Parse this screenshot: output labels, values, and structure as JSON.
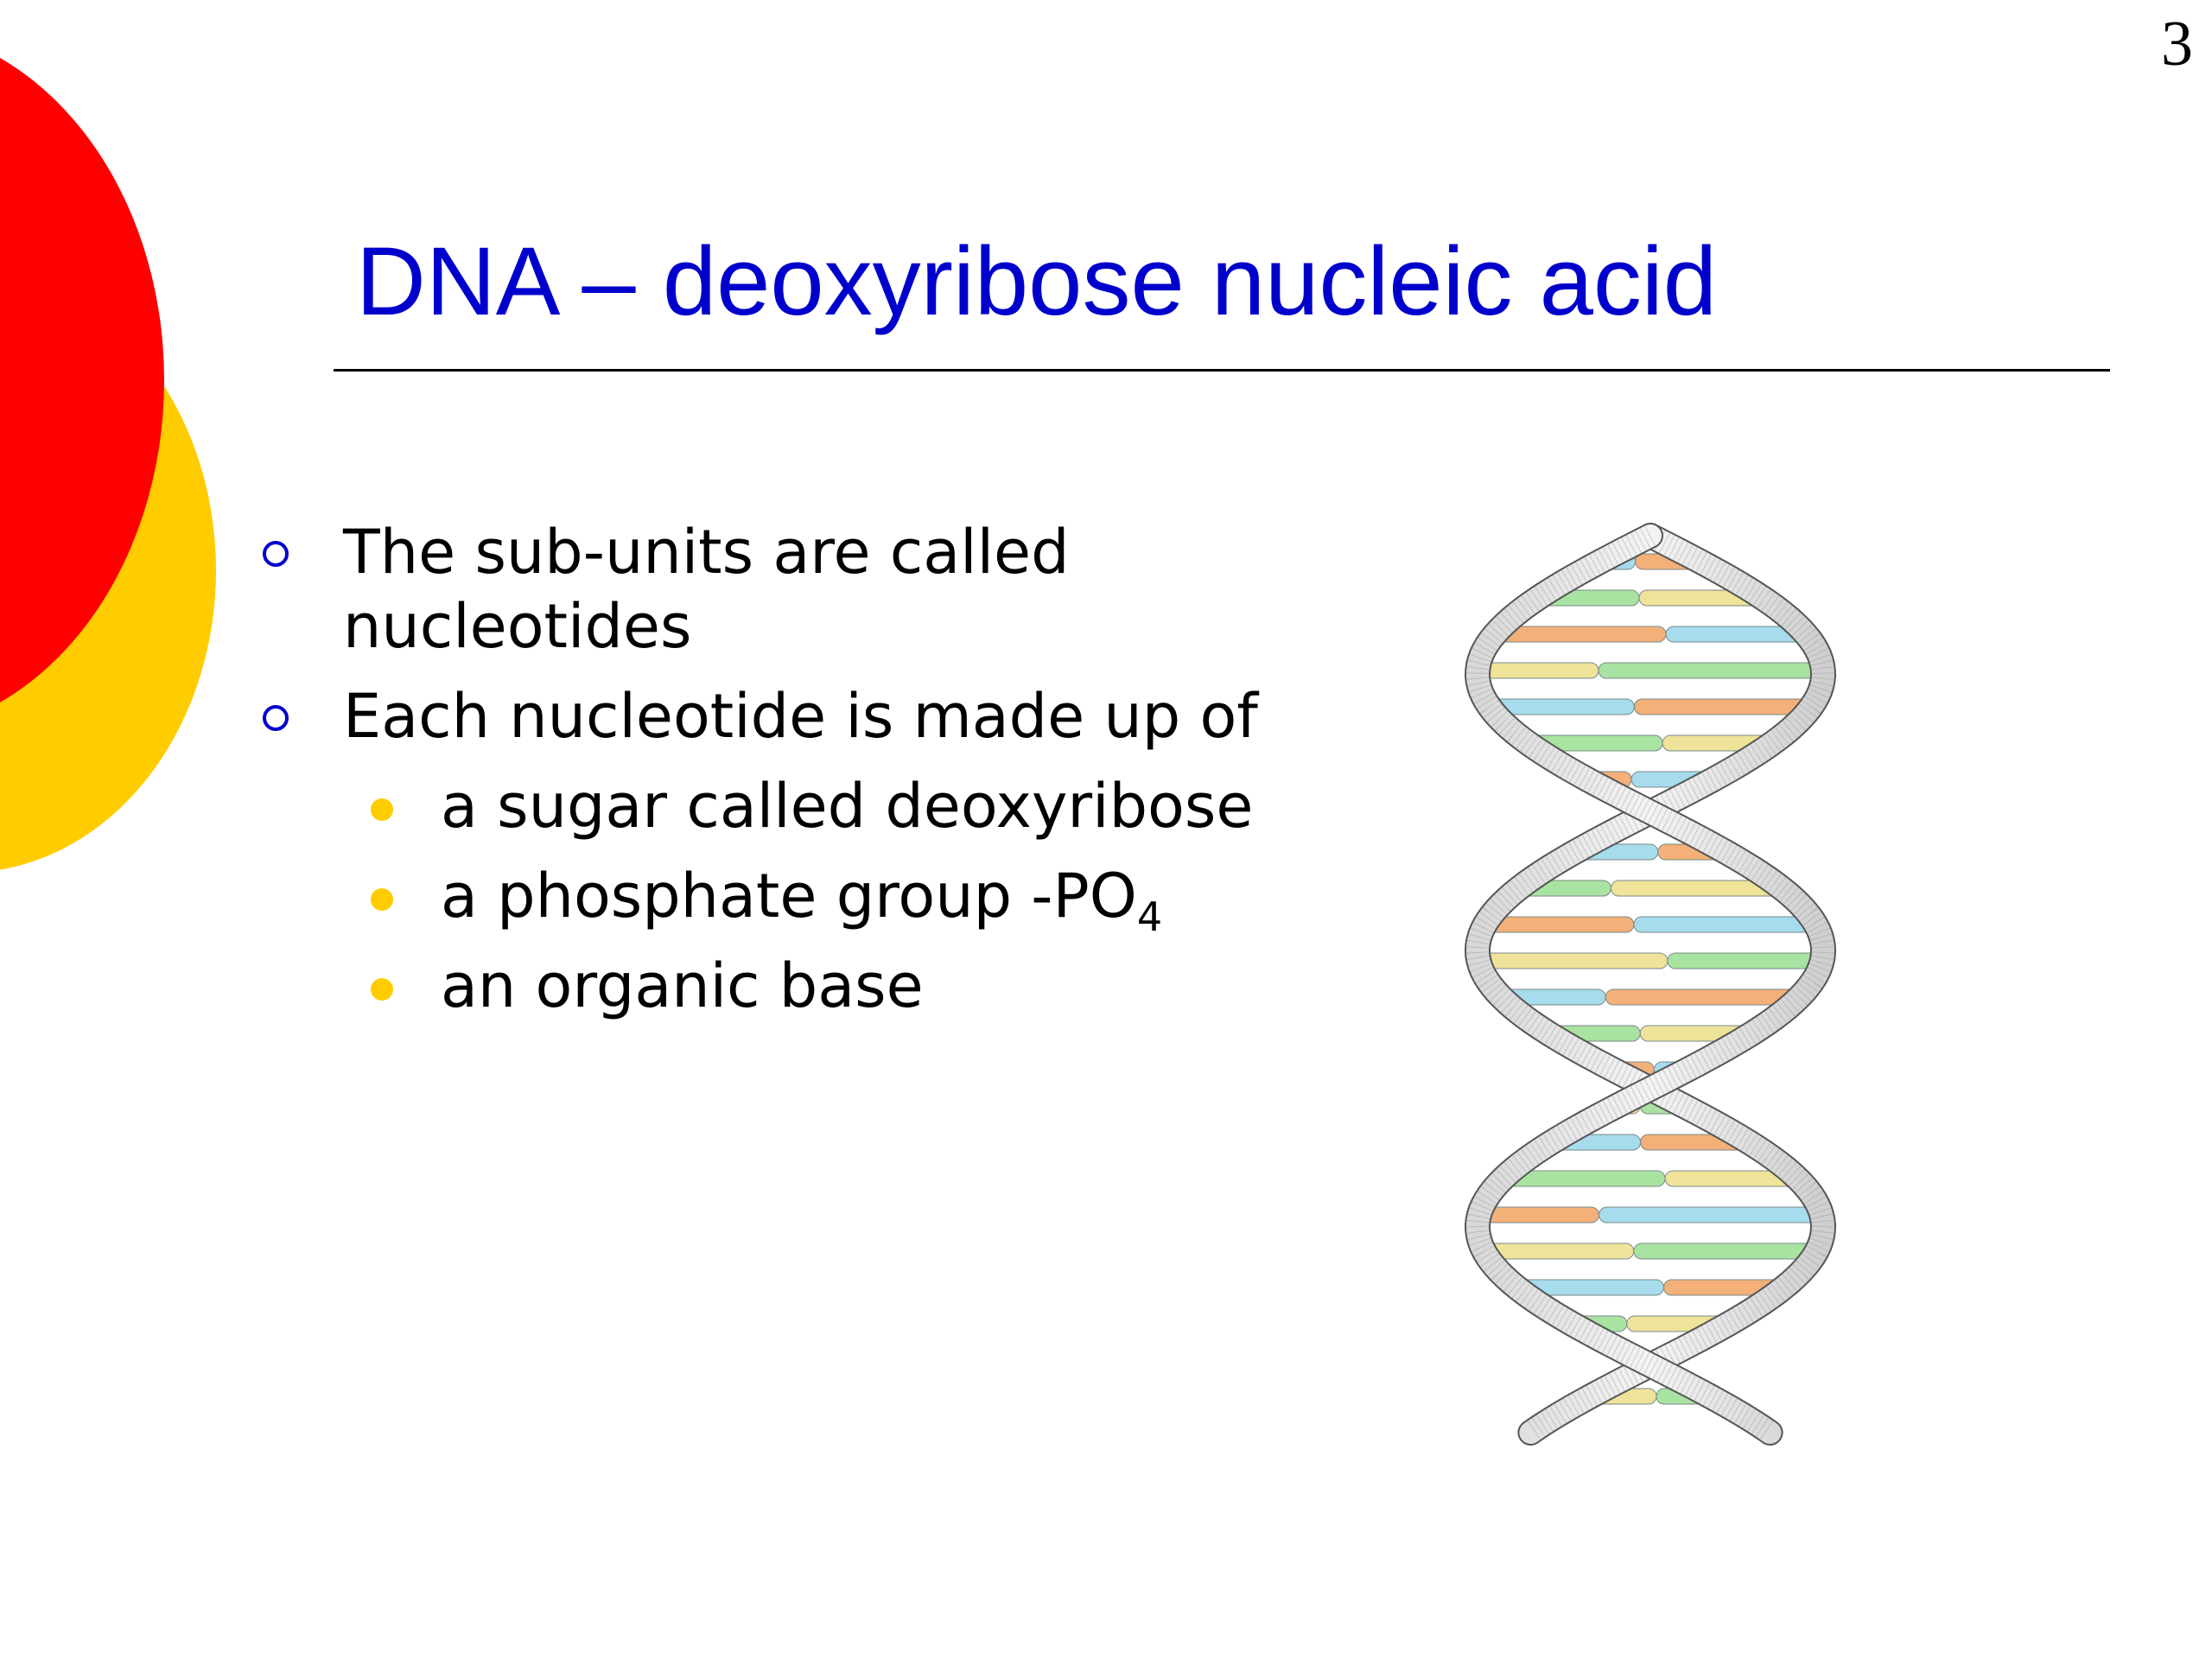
{
  "slide": {
    "number": "3",
    "title": "DNA – deoxyribose nucleic acid"
  },
  "bullets": [
    {
      "text": "The sub-units are called nucleotides"
    },
    {
      "text": "Each nucleotide is made up of",
      "sub_items": [
        {
          "text": "a sugar called deoxyribose"
        },
        {
          "text": "a phosphate group -PO",
          "subscript": "4"
        },
        {
          "text": "an organic base"
        }
      ]
    }
  ],
  "colors": {
    "title": "#0000cc",
    "level1_marker": "#0000cc",
    "level2_marker": "#ffcc00",
    "decor_red": "#ff0000",
    "decor_yellow": "#ffcc00",
    "base_blue": "#a6dcec",
    "base_green": "#a9e3a1",
    "base_orange": "#f3b078",
    "base_yellow": "#efe39a"
  },
  "figure": {
    "type": "dna-double-helix-illustration"
  }
}
